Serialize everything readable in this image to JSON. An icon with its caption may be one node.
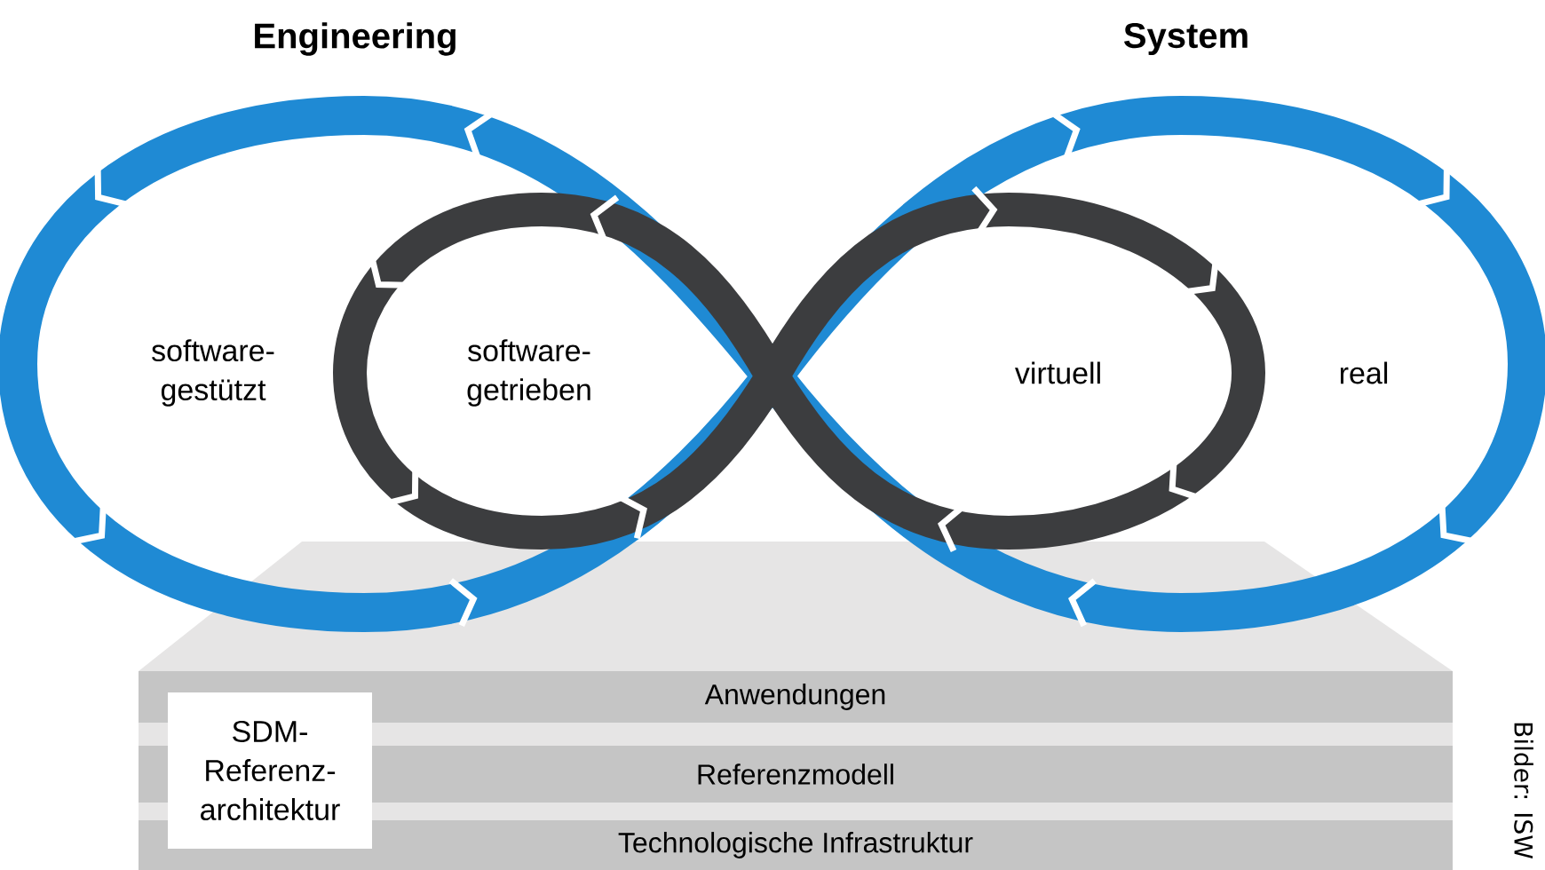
{
  "diagram": {
    "nodes": [
      {
        "text": [
          "Anwendungen"
        ]
      },
      {
        "text": [
          "Referenzmodell"
        ]
      },
      {
        "text": [
          "Technologische Infrastruktur"
        ]
      },
      {
        "text": [
          "SDM- Referenz- architektur"
        ]
      }
    ],
    "labels": [
      "Engineering",
      "System",
      "software- gestützt",
      "software- getrieben",
      "virtuell",
      "real",
      "Bilder: ISW"
    ]
  }
}
